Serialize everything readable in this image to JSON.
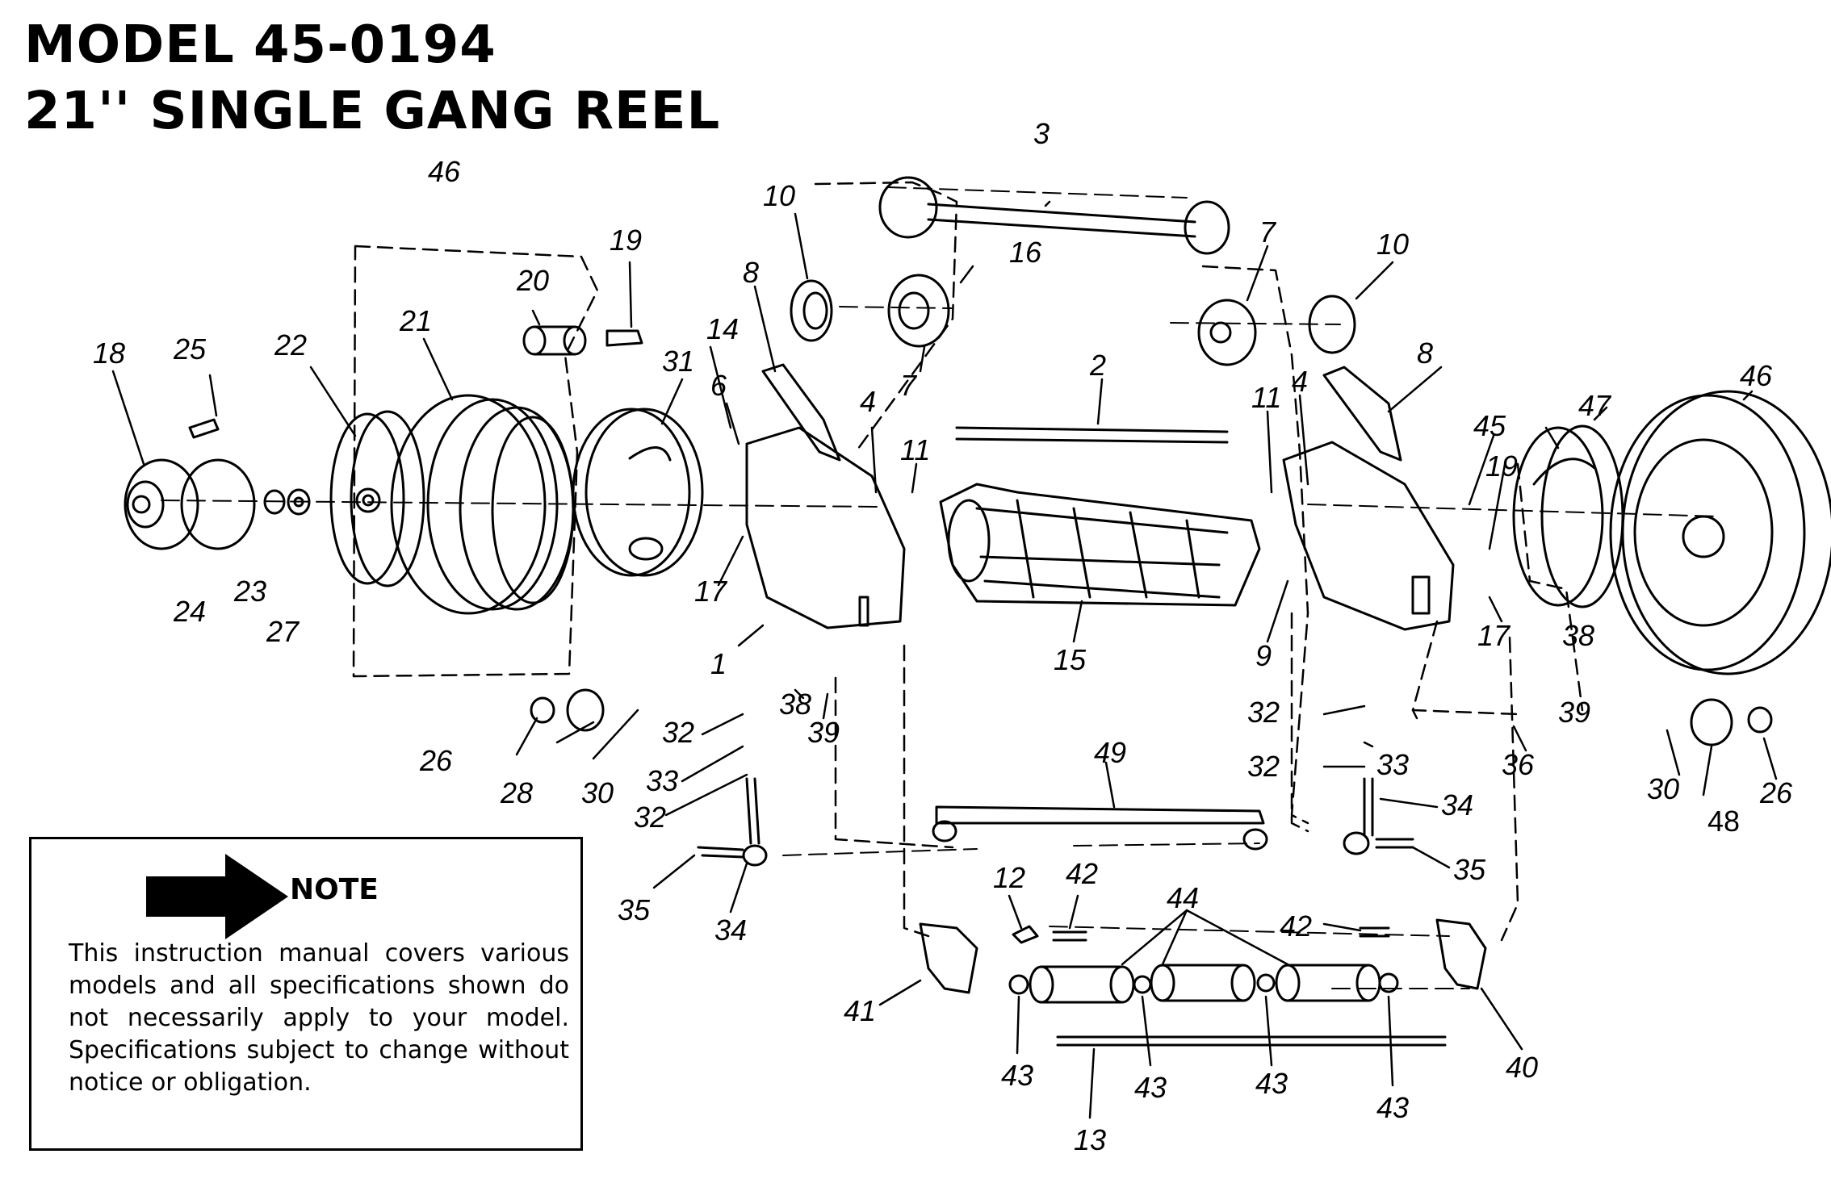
{
  "title": {
    "line1": "MODEL 45-0194",
    "line2": "21'' SINGLE GANG REEL"
  },
  "callouts": [
    {
      "id": "c46a",
      "label": "46"
    },
    {
      "id": "c19a",
      "label": "19"
    },
    {
      "id": "c20",
      "label": "20"
    },
    {
      "id": "c21",
      "label": "21"
    },
    {
      "id": "c22",
      "label": "22"
    },
    {
      "id": "c25",
      "label": "25"
    },
    {
      "id": "c18",
      "label": "18"
    },
    {
      "id": "c31",
      "label": "31"
    },
    {
      "id": "c24",
      "label": "24"
    },
    {
      "id": "c23",
      "label": "23"
    },
    {
      "id": "c27",
      "label": "27"
    },
    {
      "id": "c3",
      "label": "3"
    },
    {
      "id": "c10a",
      "label": "10"
    },
    {
      "id": "c16",
      "label": "16"
    },
    {
      "id": "c7a",
      "label": "7"
    },
    {
      "id": "c7b",
      "label": "7"
    },
    {
      "id": "c10b",
      "label": "10"
    },
    {
      "id": "c8a",
      "label": "8"
    },
    {
      "id": "c14",
      "label": "14"
    },
    {
      "id": "c6",
      "label": "6"
    },
    {
      "id": "c4a",
      "label": "4"
    },
    {
      "id": "c11a",
      "label": "11"
    },
    {
      "id": "c2",
      "label": "2"
    },
    {
      "id": "c11b",
      "label": "11"
    },
    {
      "id": "c4b",
      "label": "4"
    },
    {
      "id": "c8b",
      "label": "8"
    },
    {
      "id": "c45",
      "label": "45"
    },
    {
      "id": "c47",
      "label": "47"
    },
    {
      "id": "c46b",
      "label": "46"
    },
    {
      "id": "c19b",
      "label": "19"
    },
    {
      "id": "c17a",
      "label": "17"
    },
    {
      "id": "c1",
      "label": "1"
    },
    {
      "id": "c15",
      "label": "15"
    },
    {
      "id": "c9",
      "label": "9"
    },
    {
      "id": "c17b",
      "label": "17"
    },
    {
      "id": "c38a",
      "label": "38"
    },
    {
      "id": "c39a",
      "label": "39"
    },
    {
      "id": "c38b",
      "label": "38"
    },
    {
      "id": "c39b",
      "label": "39"
    },
    {
      "id": "c26a",
      "label": "26"
    },
    {
      "id": "c28",
      "label": "28"
    },
    {
      "id": "c30a",
      "label": "30"
    },
    {
      "id": "c32a",
      "label": "32"
    },
    {
      "id": "c33a",
      "label": "33"
    },
    {
      "id": "c32b",
      "label": "32"
    },
    {
      "id": "c32c",
      "label": "32"
    },
    {
      "id": "c33b",
      "label": "33"
    },
    {
      "id": "c32d",
      "label": "32"
    },
    {
      "id": "c36",
      "label": "36"
    },
    {
      "id": "c30b",
      "label": "30"
    },
    {
      "id": "c48",
      "label": "48"
    },
    {
      "id": "c26b",
      "label": "26"
    },
    {
      "id": "c49",
      "label": "49"
    },
    {
      "id": "c34a",
      "label": "34"
    },
    {
      "id": "c35a",
      "label": "35"
    },
    {
      "id": "c34b",
      "label": "34"
    },
    {
      "id": "c35b",
      "label": "35"
    },
    {
      "id": "c12",
      "label": "12"
    },
    {
      "id": "c42a",
      "label": "42"
    },
    {
      "id": "c44",
      "label": "44"
    },
    {
      "id": "c42b",
      "label": "42"
    },
    {
      "id": "c41",
      "label": "41"
    },
    {
      "id": "c40",
      "label": "40"
    },
    {
      "id": "c43a",
      "label": "43"
    },
    {
      "id": "c43b",
      "label": "43"
    },
    {
      "id": "c43c",
      "label": "43"
    },
    {
      "id": "c43d",
      "label": "43"
    },
    {
      "id": "c13",
      "label": "13"
    }
  ],
  "note": {
    "heading": "NOTE",
    "body": "This instruction manual covers various models and all specifications shown do not necessarily apply to your model. Specifications subject to change without notice or obligation."
  }
}
